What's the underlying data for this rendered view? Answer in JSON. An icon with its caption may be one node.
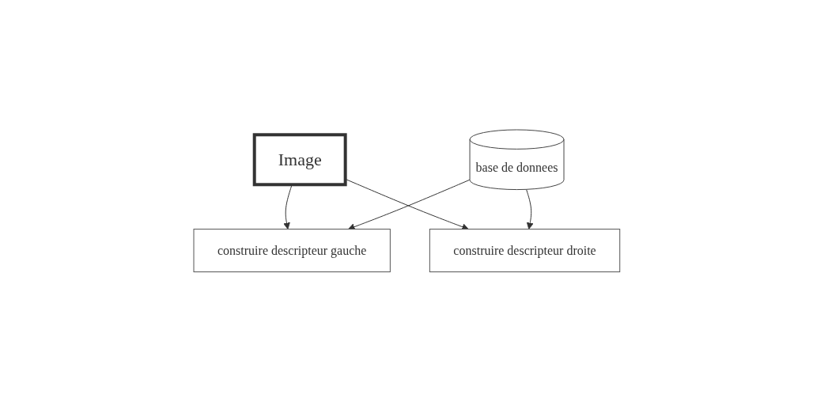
{
  "diagram": {
    "nodes": [
      {
        "text": [
          "Image"
        ]
      },
      {
        "text": [
          "construire descripteur gauche"
        ]
      },
      {
        "text": [
          "construire descripteur droite"
        ]
      },
      {
        "text": [
          "base de donnees"
        ]
      }
    ],
    "edges": [
      {
        "from": 0,
        "to": 1,
        "arrow": "to"
      },
      {
        "from": 0,
        "to": 2,
        "arrow": "to"
      },
      {
        "from": 3,
        "to": 1,
        "arrow": "to"
      },
      {
        "from": 3,
        "to": 2,
        "arrow": "to"
      }
    ]
  }
}
